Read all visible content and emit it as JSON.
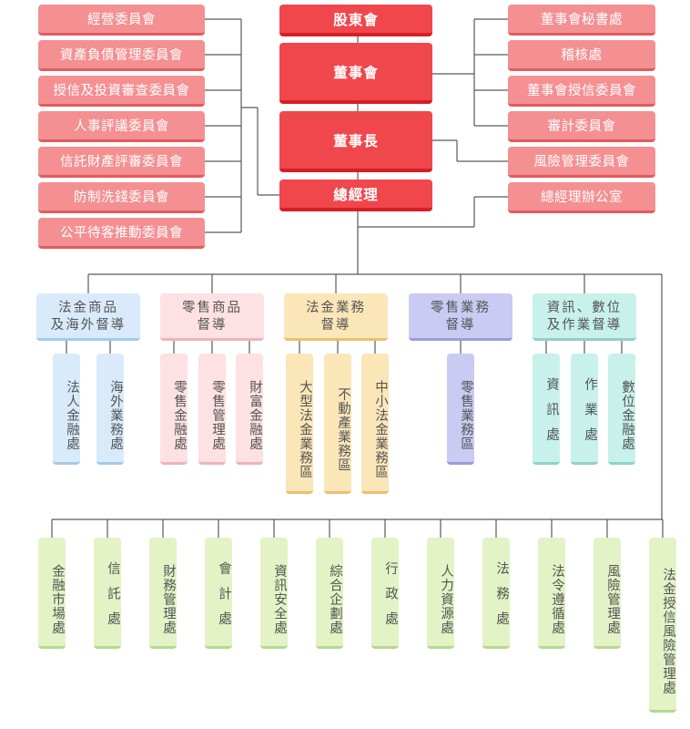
{
  "diagram": {
    "type": "org-chart",
    "left_committees": [
      "經營委員會",
      "資產負債管理委員會",
      "授信及投資審查委員會",
      "人事評議委員會",
      "信託財產評審委員會",
      "防制洗錢委員會",
      "公平待客推動委員會"
    ],
    "core": {
      "shareholders": "股東會",
      "board": "董事會",
      "chairman": "董事長",
      "president": "總經理"
    },
    "right_units": [
      "董事會秘書處",
      "稽核處",
      "董事會授信委員會",
      "審計委員會",
      "風險管理委員會",
      "總經理辦公室"
    ],
    "supervision_groups": [
      {
        "label": "法金商品\n及海外督導",
        "color": "blue",
        "units": [
          "法人金融處",
          "海外業務處"
        ]
      },
      {
        "label": "零售商品\n督導",
        "color": "pink",
        "units": [
          "零售金融處",
          "零售管理處",
          "財富金融處"
        ]
      },
      {
        "label": "法金業務\n督導",
        "color": "yellow",
        "units": [
          "大型法金業務區",
          "不動產業務區",
          "中小法金業務區"
        ]
      },
      {
        "label": "零售業務\n督導",
        "color": "purple",
        "units": [
          "零售業務區"
        ]
      },
      {
        "label": "資訊、數位\n及作業督導",
        "color": "teal",
        "units": [
          "資訊處",
          "作業處",
          "數位金融處"
        ]
      }
    ],
    "departments": [
      "金融市場處",
      "信託處",
      "財務管理處",
      "會計處",
      "資訊安全處",
      "綜合企劃處",
      "行政處",
      "人力資源處",
      "法務處",
      "法令遵循處",
      "風險管理處",
      "法金授信風險管理處"
    ],
    "colors": {
      "core_red": "#f0474d",
      "committee_pink": "#f49092",
      "blue": "#d9ebfb",
      "pink": "#fde1e3",
      "yellow": "#fbe6b8",
      "purple": "#c9cbf3",
      "teal": "#c8f1ec",
      "green": "#e3f3c6",
      "connector": "#5a5a5a"
    }
  }
}
